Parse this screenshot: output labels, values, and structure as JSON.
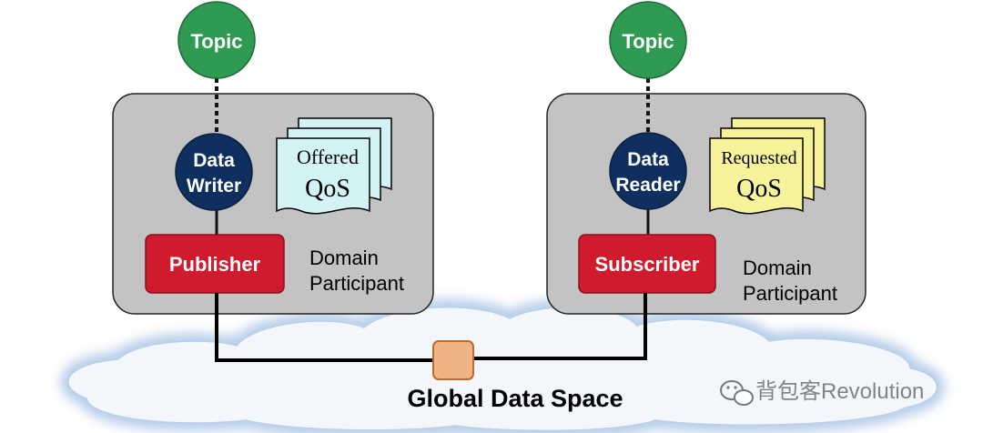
{
  "left": {
    "topic": "Topic",
    "entity_line1": "Data",
    "entity_line2": "Writer",
    "qos_line1": "Offered",
    "qos_line2": "QoS",
    "role": "Publisher",
    "participant_line1": "Domain",
    "participant_line2": "Participant"
  },
  "right": {
    "topic": "Topic",
    "entity_line1": "Data",
    "entity_line2": "Reader",
    "qos_line1": "Requested",
    "qos_line2": "QoS",
    "role": "Subscriber",
    "participant_line1": "Domain",
    "participant_line2": "Participant"
  },
  "cloud_label": "Global Data Space",
  "watermark": "背包客Revolution",
  "colors": {
    "topic_fill": "#2e9a52",
    "entity_fill": "#0f2f5e",
    "role_fill": "#d01a2e",
    "participant_fill": "#c3c3c3",
    "offered_qos_fill": "#d3f3f6",
    "requested_qos_fill": "#f7f39a",
    "connector_fill": "#f0b484",
    "cloud_fill": "#f3f7fc"
  }
}
